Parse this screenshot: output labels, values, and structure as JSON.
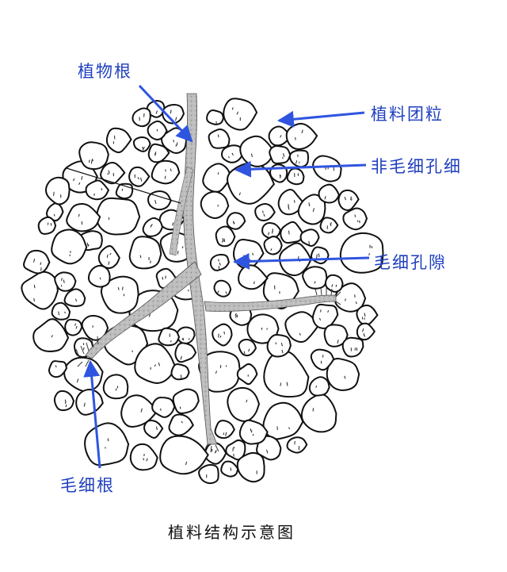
{
  "labels": {
    "plant_root": "植物根",
    "soil_aggregate": "植料团粒",
    "non_capillary_pore": "非毛细孔细",
    "capillary_pore": "毛细孔隙",
    "capillary_root": "毛细根"
  },
  "caption": "植料结构示意图",
  "colors": {
    "label": "#1f3fbf",
    "arrow": "#2f55e0",
    "outline": "#111111",
    "root_fill": "#b9b9b9",
    "background": "#ffffff"
  }
}
